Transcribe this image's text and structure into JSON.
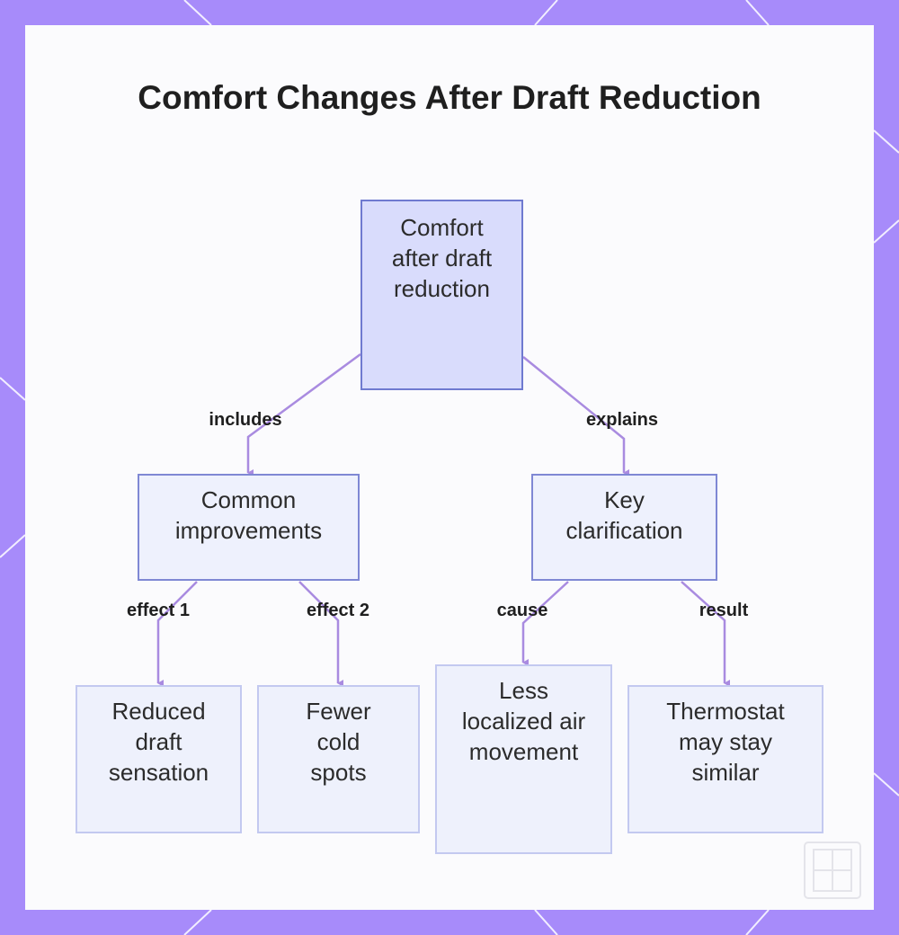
{
  "title": "Comfort Changes After Draft Reduction",
  "nodes": {
    "root": "Comfort after draft reduction",
    "improvements": "Common improvements",
    "clarification": "Key clarification",
    "reduced_draft": "Reduced draft sensation",
    "fewer_cold": "Fewer cold spots",
    "less_air": "Less localized air movement",
    "thermostat": "Thermostat may stay similar"
  },
  "edges": {
    "includes": "includes",
    "explains": "explains",
    "effect1": "effect 1",
    "effect2": "effect 2",
    "cause": "cause",
    "result": "result"
  },
  "colors": {
    "frame": "#a78bfa",
    "edge": "#a98be0",
    "root_fill": "#d9dcfc",
    "node_fill": "#eef1fd"
  }
}
